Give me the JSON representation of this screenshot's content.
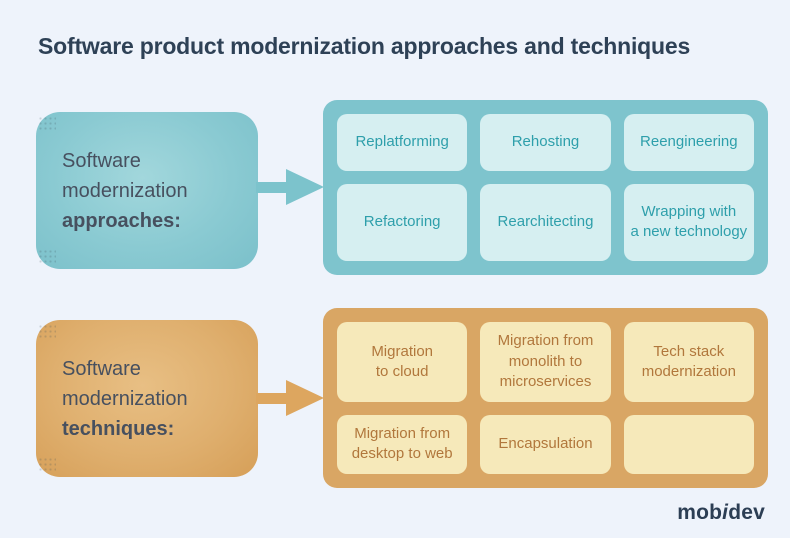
{
  "title": "Software product modernization approaches and techniques",
  "logo": {
    "prefix": "mob",
    "middle": "i",
    "suffix": "dev"
  },
  "colors": {
    "background": "#EEF3FB",
    "title_text": "#2E4156",
    "teal_panel": "#7EC4CD",
    "teal_card_bg": "#D6EFF1",
    "teal_card_text": "#2E9FAB",
    "teal_arrow": "#7CC3CC",
    "orange_panel": "#D9A664",
    "orange_card_bg": "#F6E9BA",
    "orange_card_text": "#B1773C",
    "orange_arrow": "#DDA65F",
    "label_text": "#47505F",
    "logo_text": "#2C3E54"
  },
  "sections": {
    "approaches": {
      "label_line1": "Software",
      "label_line2": "modernization",
      "label_line3": "approaches:",
      "items": [
        "Replatforming",
        "Rehosting",
        "Reengineering",
        "Refactoring",
        "Rearchitecting",
        "Wrapping with\na new technology"
      ]
    },
    "techniques": {
      "label_line1": "Software",
      "label_line2": "modernization",
      "label_line3": "techniques:",
      "items": [
        "Migration\nto cloud",
        "Migration from\nmonolith to\nmicroservices",
        "Tech stack\nmodernization",
        "Migration from\ndesktop to web",
        "Encapsulation"
      ]
    }
  }
}
